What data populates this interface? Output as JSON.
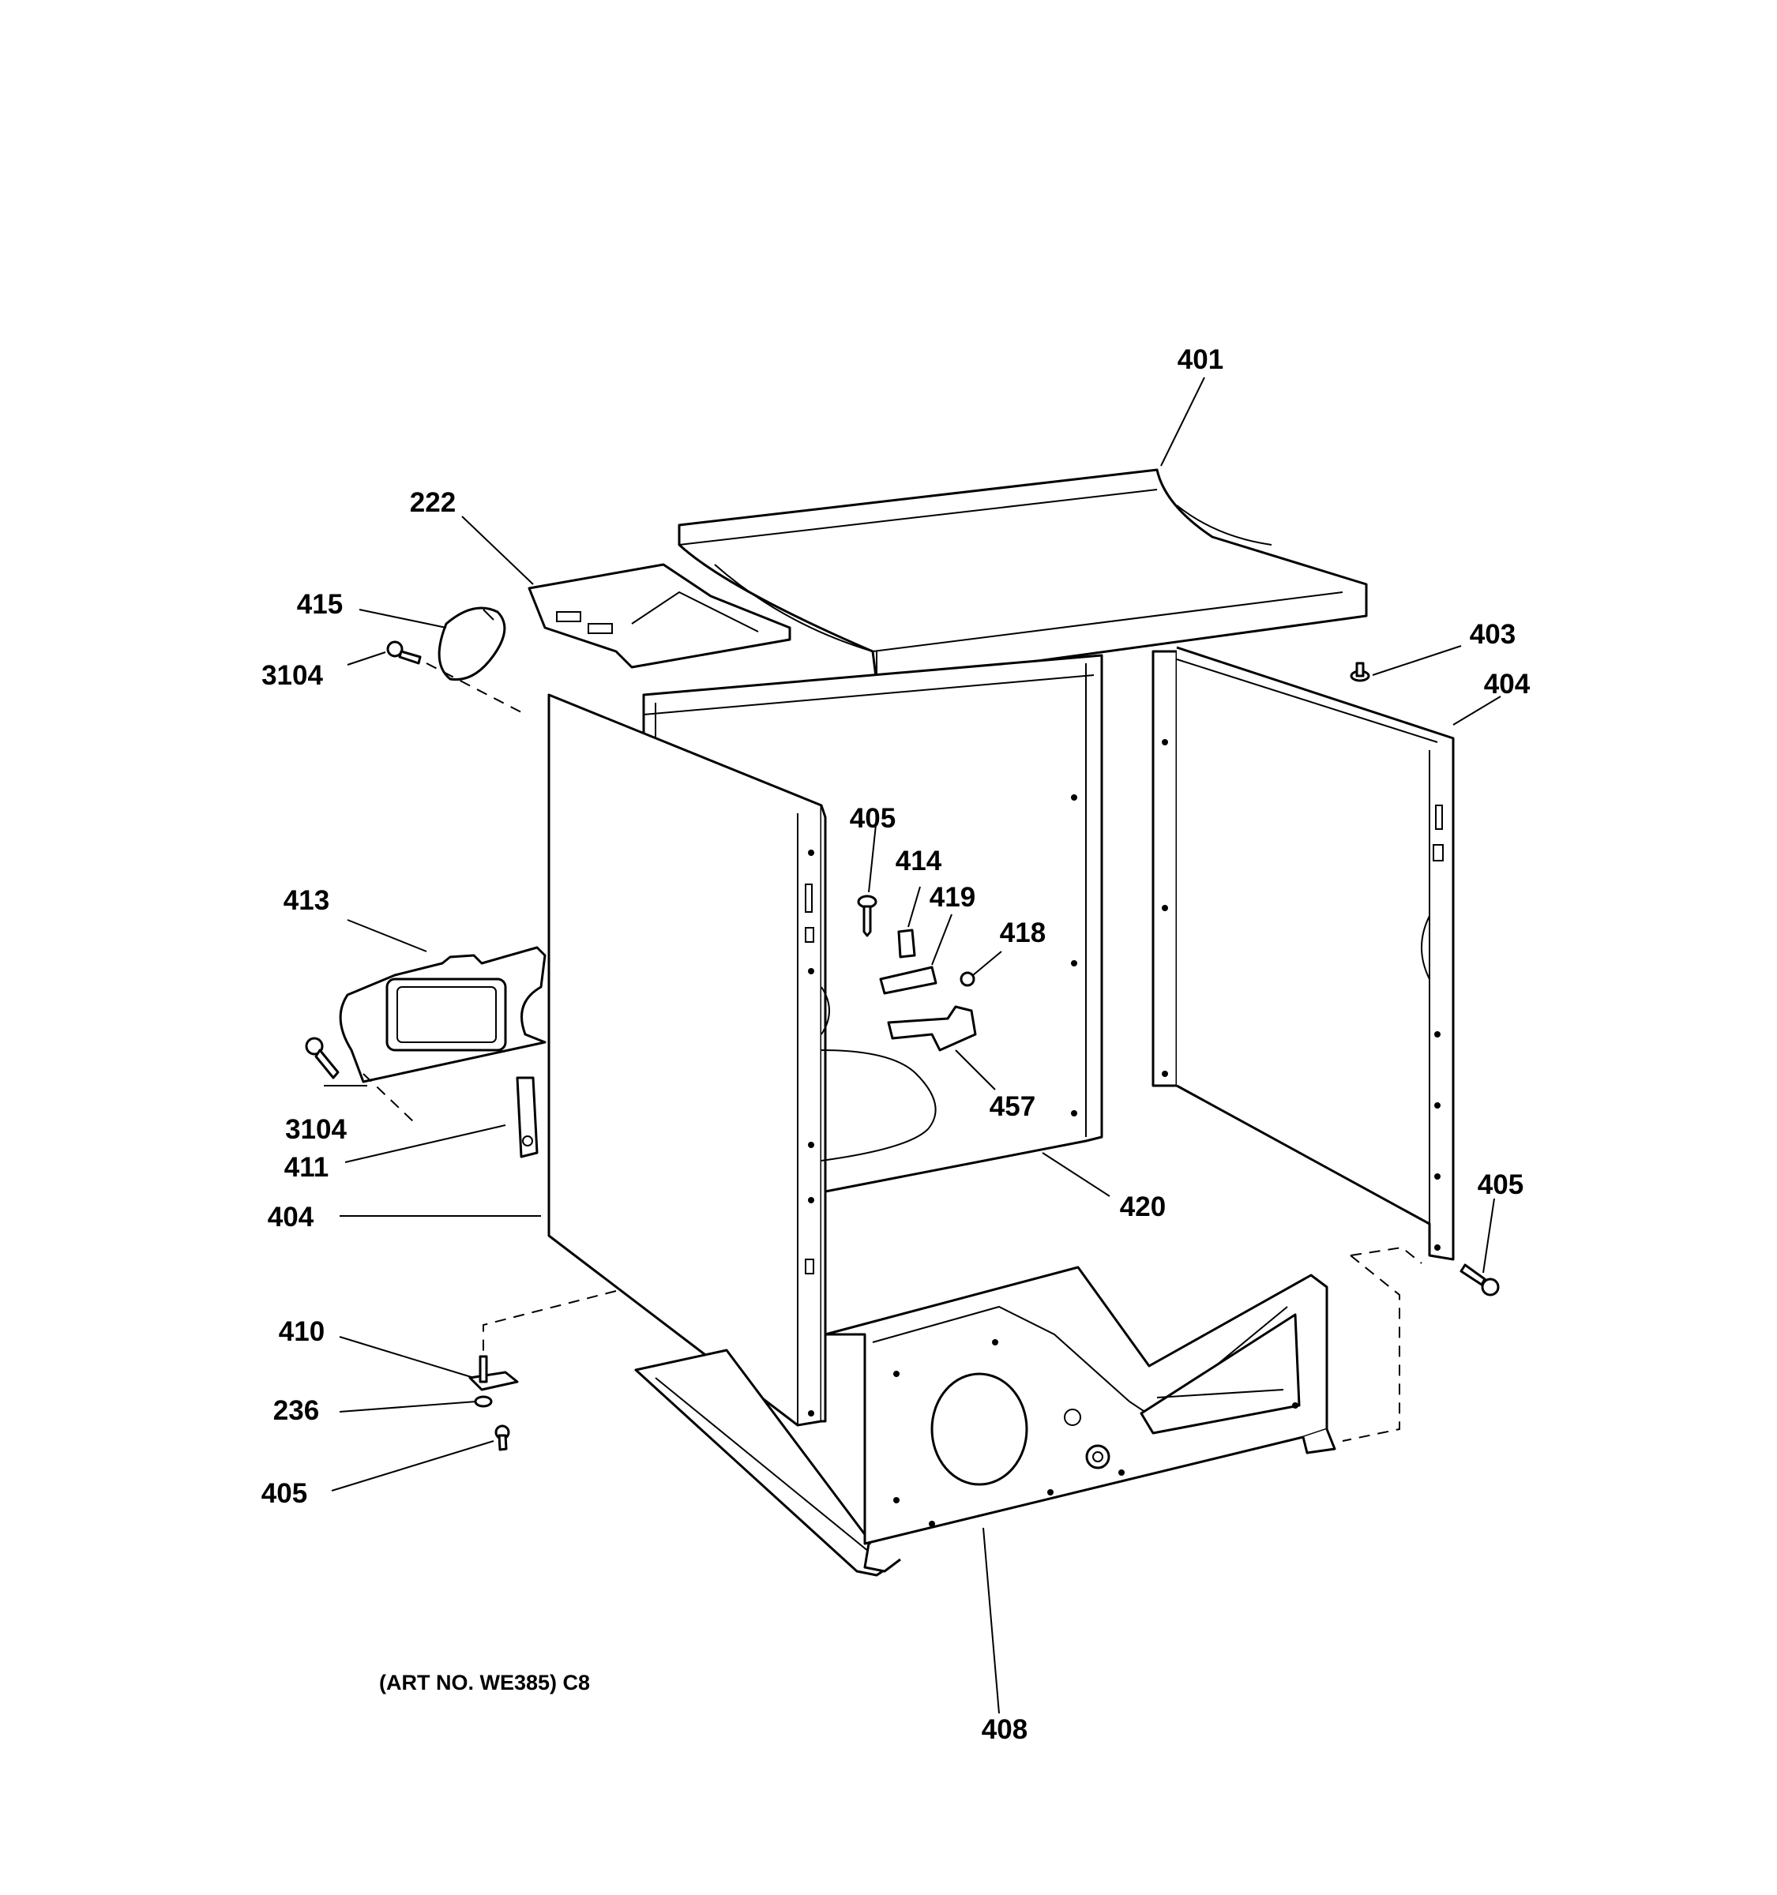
{
  "diagram": {
    "art_number": "(ART NO. WE385) C8",
    "callouts": {
      "c401": "401",
      "c222": "222",
      "c415": "415",
      "c3104_top": "3104",
      "c403": "403",
      "c404_right": "404",
      "c405_mid": "405",
      "c414": "414",
      "c419": "419",
      "c418": "418",
      "c413": "413",
      "c457": "457",
      "c3104_left": "3104",
      "c411": "411",
      "c420": "420",
      "c404_left": "404",
      "c405_right": "405",
      "c410": "410",
      "c236": "236",
      "c405_bottom": "405",
      "c408": "408"
    }
  }
}
